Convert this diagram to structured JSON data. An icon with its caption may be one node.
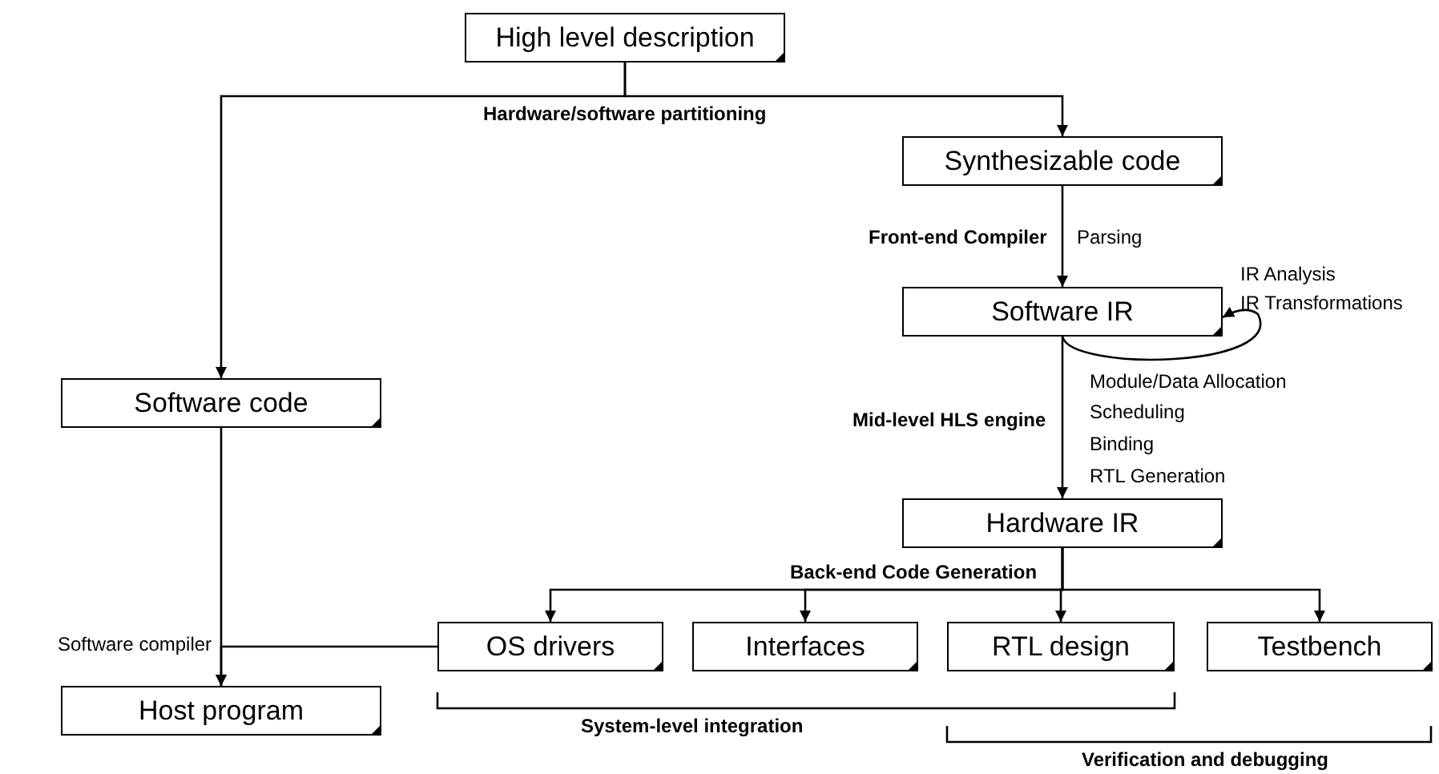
{
  "diagram": {
    "nodes": [
      {
        "text": [
          "High level description"
        ]
      },
      {
        "text": [
          "Synthesizable code"
        ]
      },
      {
        "text": [
          "Software IR"
        ]
      },
      {
        "text": [
          "Software code"
        ]
      },
      {
        "text": [
          "Hardware IR"
        ]
      },
      {
        "text": [
          "OS drivers"
        ]
      },
      {
        "text": [
          "Interfaces"
        ]
      },
      {
        "text": [
          "RTL design"
        ]
      },
      {
        "text": [
          "Testbench"
        ]
      },
      {
        "text": [
          "Host program"
        ]
      }
    ],
    "edges": [
      {
        "from": 0,
        "to": 1,
        "arrow": "to",
        "label": "Hardware/software partitioning"
      },
      {
        "from": 0,
        "to": 3,
        "arrow": "to"
      },
      {
        "from": 1,
        "to": 2,
        "arrow": "to",
        "label": "Front-end Compiler"
      },
      {
        "from": 2,
        "to": 2,
        "arrow": "to"
      },
      {
        "from": 2,
        "to": 4,
        "arrow": "to",
        "label": "Mid-level HLS engine"
      },
      {
        "from": 4,
        "to": 5,
        "arrow": "to"
      },
      {
        "from": 4,
        "to": 6,
        "arrow": "to"
      },
      {
        "from": 4,
        "to": 7,
        "arrow": "to"
      },
      {
        "from": 4,
        "to": 8,
        "arrow": "to"
      },
      {
        "from": 3,
        "to": 9,
        "arrow": "to"
      },
      {
        "from": 5,
        "to": 9,
        "arrow": "to"
      }
    ],
    "labels": [
      "Parsing",
      "IR Analysis",
      "IR Transformations",
      "Module/Data Allocation",
      "Scheduling",
      "Binding",
      "RTL Generation",
      "Back-end Code Generation",
      "Software compiler",
      "System-level integration",
      "Verification and debugging"
    ]
  }
}
